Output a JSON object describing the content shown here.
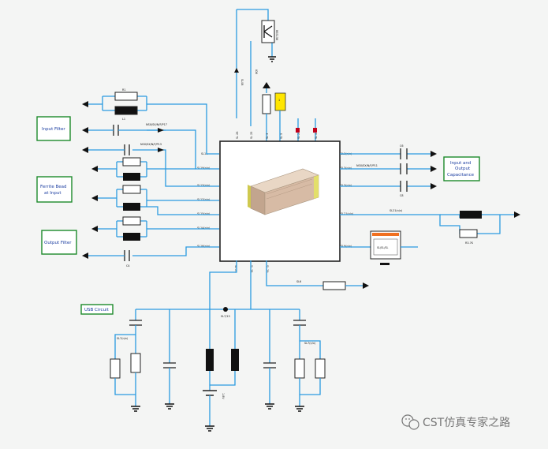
{
  "labels": {
    "input_filter": "Input Filter",
    "ferrite_bead_line1": "Ferrite Bead",
    "ferrite_bead_line2": "at Input",
    "output_filter": "Output Filter",
    "input_output_cap_line1": "Input and",
    "input_output_cap_line2": "Output",
    "input_output_cap_line3": "Capacitance",
    "usb_circuit": "USB Circuit"
  },
  "watermark": {
    "text": "CST仿真专家之路"
  },
  "colors": {
    "wire": "#2a9be0",
    "label_border": "#1d8a2a",
    "label_text": "#1a3ca0",
    "ground": "#111111",
    "highlight_yellow": "#ffe600",
    "pin_dot_red": "#c0001a",
    "board_body": "#d7bba5"
  }
}
